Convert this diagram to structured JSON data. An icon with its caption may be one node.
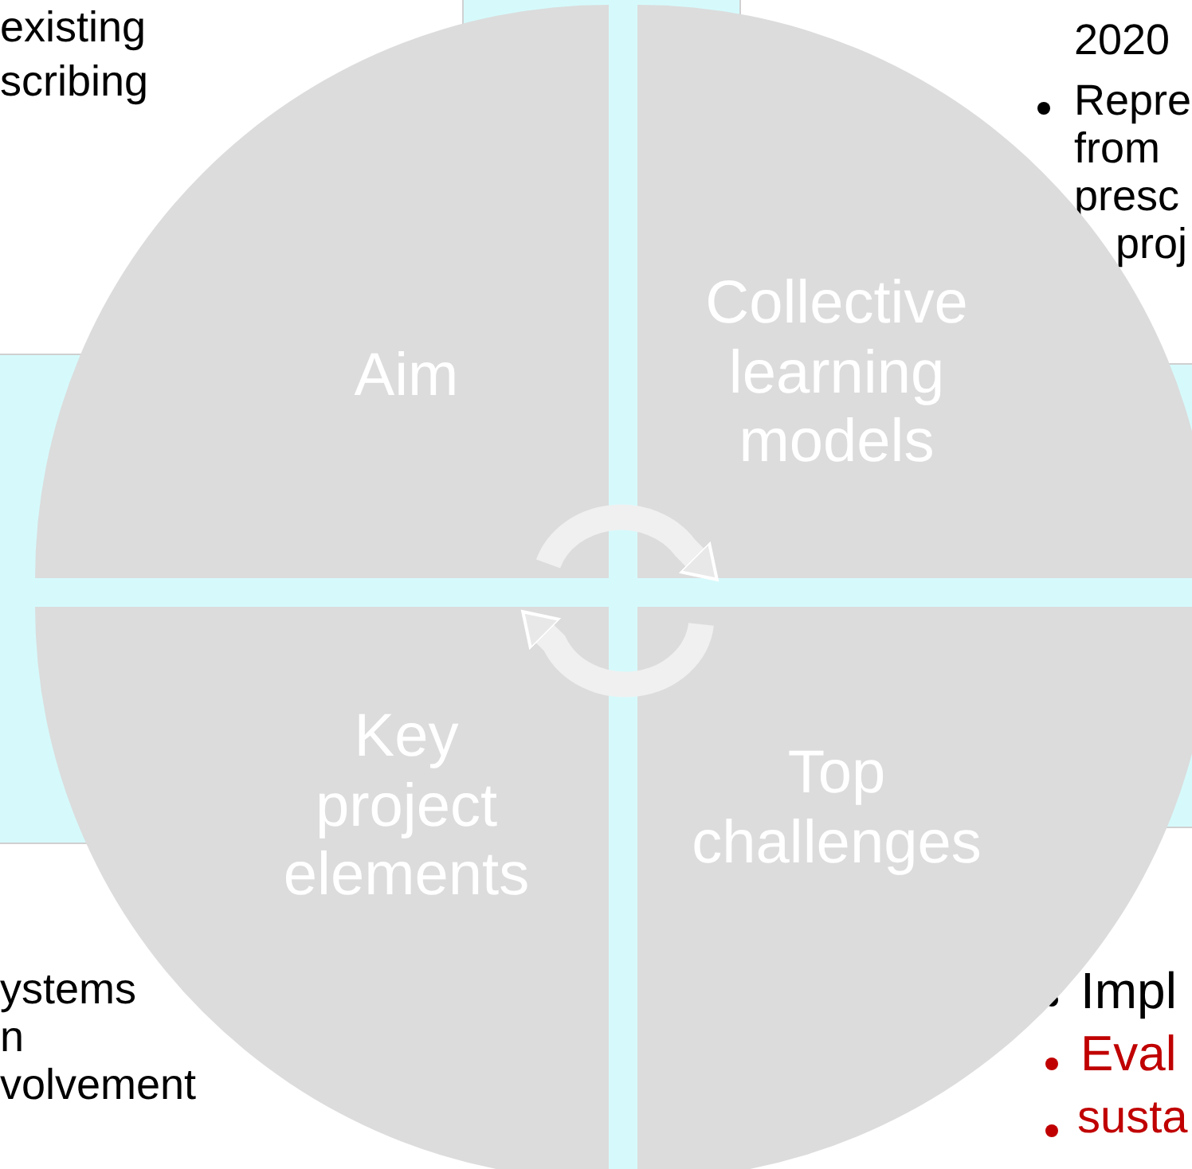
{
  "diagram": {
    "nodes": [
      {
        "text": [
          "Aim"
        ]
      },
      {
        "text": [
          "Collective learning models"
        ]
      },
      {
        "text": [
          "Key project elements"
        ]
      },
      {
        "text": [
          "Top challenges"
        ]
      }
    ],
    "edges": [
      {
        "from": 0,
        "to": 1,
        "arrow": "to"
      },
      {
        "from": 3,
        "to": 2,
        "arrow": "to"
      }
    ],
    "labels": [
      "existing",
      "scribing",
      "2020",
      "Repre",
      "from",
      "presc",
      "proj",
      "ystems",
      "n",
      "volvement",
      "Impl",
      "Eval",
      "susta"
    ]
  }
}
